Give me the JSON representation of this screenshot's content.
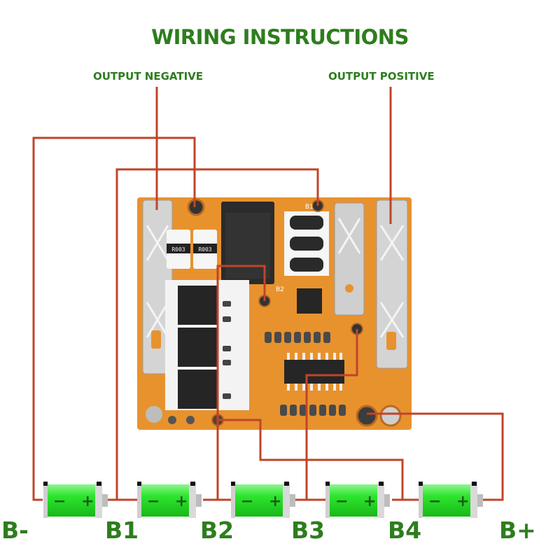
{
  "title": "WIRING INSTRUCTIONS",
  "labels": {
    "output_negative": "OUTPUT NEGATIVE",
    "output_positive": "OUTPUT POSITIVE"
  },
  "nodes": [
    "B-",
    "B1",
    "B2",
    "B3",
    "B4",
    "B+"
  ],
  "batteries": [
    {
      "id": "cell-1",
      "neg": "B-",
      "pos": "B1"
    },
    {
      "id": "cell-2",
      "neg": "B1",
      "pos": "B2"
    },
    {
      "id": "cell-3",
      "neg": "B2",
      "pos": "B3"
    },
    {
      "id": "cell-4",
      "neg": "B3",
      "pos": "B4"
    },
    {
      "id": "cell-5",
      "neg": "B4",
      "pos": "B+"
    }
  ],
  "battery_signs": {
    "minus": "−",
    "plus": "+"
  },
  "pcb_markings": {
    "resistor_1": "R003",
    "resistor_2": "R003",
    "pad_b1": "B1",
    "pad_b2": "B2"
  },
  "colors": {
    "title_green": "#2e7d1e",
    "wire": "#c0442a",
    "pcb_orange": "#e8922e",
    "battery_green": "#2ee62e",
    "chip_black": "#262626",
    "metal": "#d9d9d9"
  }
}
